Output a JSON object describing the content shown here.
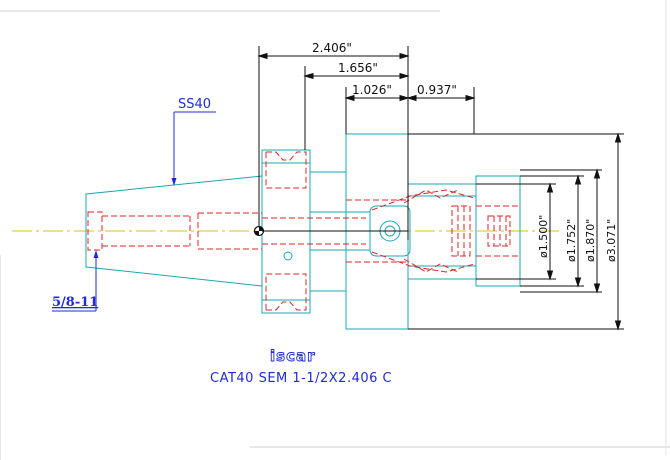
{
  "dimensions": {
    "overall_length": "2.406\"",
    "mid_length": "1.656\"",
    "short_length": "1.026\"",
    "right_length": "0.937\"",
    "dia_1": "ø1.500\"",
    "dia_2": "ø1.752\"",
    "dia_3": "ø1.870\"",
    "dia_4": "ø3.071\""
  },
  "callouts": {
    "taper": "SS40",
    "thread": "5/8-11"
  },
  "title_block": {
    "logo": "iscar",
    "part_code": "CAT40 SEM 1-1/2X2.406 C"
  },
  "colors": {
    "outline": "#1aa7b5",
    "hidden": "#e0242a",
    "centerline": "#d9c21a",
    "dimension": "#111111",
    "callout": "#1e2bd6"
  }
}
